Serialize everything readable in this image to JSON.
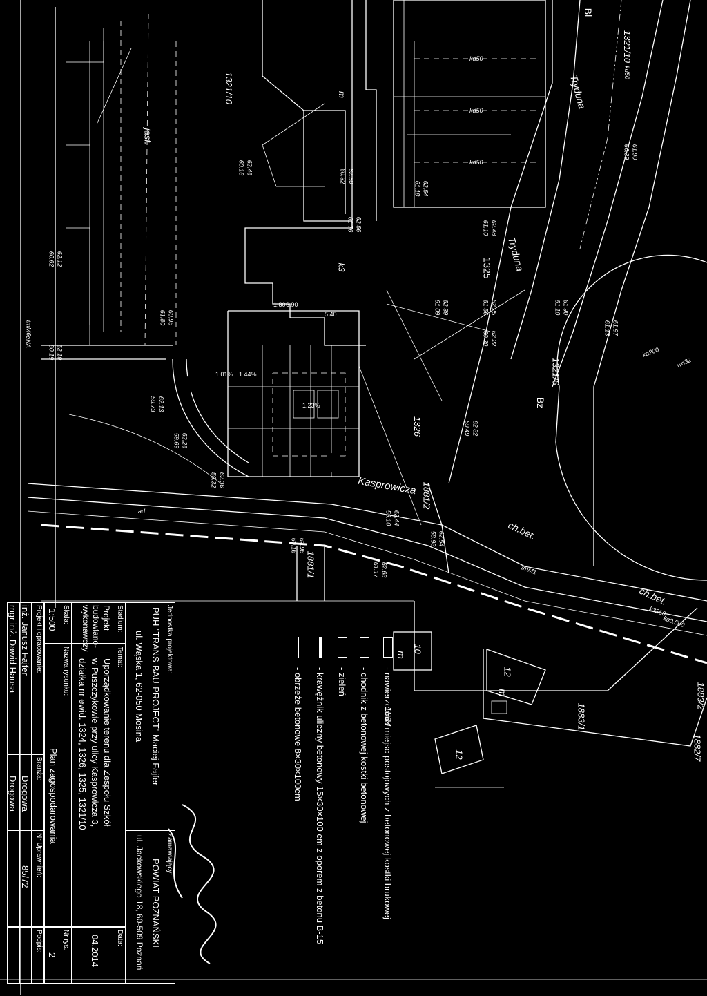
{
  "map": {
    "parcels": [
      "1321/10",
      "1321/10",
      "1325",
      "1326",
      "1321/6",
      "1881/2",
      "1881/1",
      "1883/1",
      "1883/2",
      "1882/7",
      "1884"
    ],
    "zone_labels": [
      "Bl",
      "Bz"
    ],
    "streets": [
      "Tryduna",
      "Tryduna",
      "Kasprowicza"
    ],
    "building_labels": [
      "k3",
      "jasf.",
      "m",
      "m",
      "m"
    ],
    "surface_labels": [
      "ch.bet.",
      "ch.bet."
    ],
    "parking_numbers": [
      "10",
      "12",
      "12"
    ],
    "elevations": [
      "62.46",
      "60.16",
      "62.12",
      "60.62",
      "62.19",
      "60.19",
      "62.50",
      "60.32",
      "62.56",
      "61.76",
      "62.54",
      "61.18",
      "62.48",
      "61.10",
      "62.39",
      "61.09",
      "62.25",
      "61.56",
      "62.22",
      "60.30",
      "62.82",
      "59.49",
      "62.36",
      "59.32",
      "62.44",
      "59.10",
      "62.54",
      "58.98",
      "62.96",
      "60.16",
      "62.68",
      "61.17",
      "61.90",
      "60.39",
      "61.90",
      "61.10",
      "61.97",
      "61.13",
      "60.95",
      "61.80",
      "62.13",
      "59.73",
      "62.26",
      "59.69"
    ],
    "line_labels": [
      "kd50",
      "kd50",
      "kd50",
      "kd200",
      "kd50",
      "wo32",
      "k3250",
      "kd0.500",
      "tmM1",
      "tmM6",
      "eNA",
      "ad"
    ]
  },
  "legend": {
    "items": [
      "- nawierzchnia miejsc postojowych z betonowej kostki brukowej",
      "- chodnik z betonowej kostki betonowej",
      "- zieleń",
      "- krawężnik uliczny betonowy 15×30×100 cm z oporem z betonu B-15",
      "- obrzeże betonowe 8×30×100cm"
    ]
  },
  "title_block": {
    "unit_label": "Jednostka projektowa:",
    "unit_name": "PUH \"TRANS-BAU-PROJECT\" Maciej Fajfer",
    "unit_address": "ul. Wąska 1, 62-050 Mosina",
    "client_label": "Zamawiający:",
    "client_name": "POWIAT POZNAŃSKI",
    "client_address": "ul. Jackowskiego 18, 60-509 Poznań",
    "stage_label": "Stadium:",
    "stage_value": "Projekt budowlano-wykonawczy",
    "topic_label": "Temat:",
    "topic_line1": "Uporządkowanie terenu dla Zespołu Szkół",
    "topic_line2": "w Puszczykowie przy ulicy Kasprowicza 3,",
    "topic_line3": "działka nr ewid. 1324, 1326, 1325, 1321/10",
    "date_label": "Data:",
    "date_value": "04.2014",
    "scale_label": "Skala:",
    "scale_value": "1:500",
    "drawing_label": "Nazwa rysunku:",
    "drawing_value": "Plan zagospodarowania",
    "drawing_no_label": "Nr rys.",
    "drawing_no_value": "2",
    "designed_label": "Projekt i opracowanie:",
    "branch_label": "Branża:",
    "permit_label": "Nr Uprawnień:",
    "sign_label": "Podpis:",
    "person1": "inż. Janusz Fajfer",
    "person1_branch": "Drogowa",
    "person1_permit": "85/72",
    "person2": "mgr inż. Dawid Hausa",
    "person2_branch": "Drogowa"
  }
}
